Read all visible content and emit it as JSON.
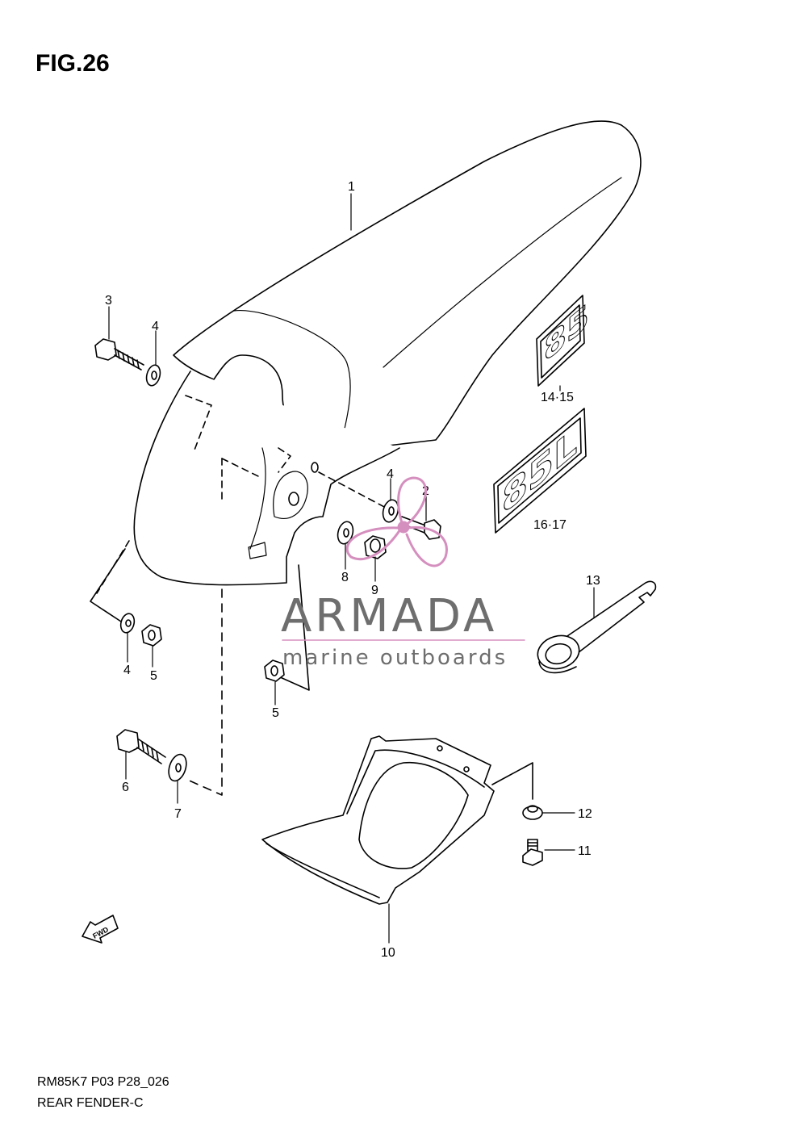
{
  "figure": {
    "title": "FIG.26",
    "code": "RM85K7 P03 P28_026",
    "name": "REAR FENDER-C"
  },
  "callouts": [
    {
      "id": "c1",
      "label": "1"
    },
    {
      "id": "c2",
      "label": "2"
    },
    {
      "id": "c3",
      "label": "3"
    },
    {
      "id": "c4a",
      "label": "4"
    },
    {
      "id": "c4b",
      "label": "4"
    },
    {
      "id": "c4c",
      "label": "4"
    },
    {
      "id": "c5a",
      "label": "5"
    },
    {
      "id": "c5b",
      "label": "5"
    },
    {
      "id": "c6",
      "label": "6"
    },
    {
      "id": "c7",
      "label": "7"
    },
    {
      "id": "c8",
      "label": "8"
    },
    {
      "id": "c9",
      "label": "9"
    },
    {
      "id": "c10",
      "label": "10"
    },
    {
      "id": "c11",
      "label": "11"
    },
    {
      "id": "c12",
      "label": "12"
    },
    {
      "id": "c13",
      "label": "13"
    },
    {
      "id": "c14",
      "label": "14·15"
    },
    {
      "id": "c16",
      "label": "16·17"
    }
  ],
  "decal_small": "85",
  "decal_large": "85L",
  "fwd_arrow": "FWD",
  "watermark": {
    "brand": "ARMADA",
    "tagline": "marine outboards",
    "logo_icon": "propeller-icon",
    "color": "#d58fbf",
    "text_color": "#6e6e6e"
  }
}
